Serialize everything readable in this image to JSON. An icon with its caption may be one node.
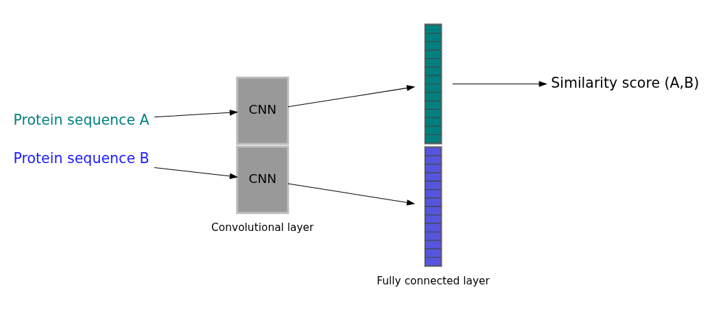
{
  "diagram": {
    "nodes": [
      {
        "text": [
          "Protein sequence A"
        ]
      },
      {
        "text": [
          "CNN"
        ]
      },
      {
        "text": [
          "Protein sequence B"
        ]
      },
      {
        "text": [
          "CNN"
        ]
      },
      {
        "text": [],
        "shape": "bar"
      },
      {
        "text": [],
        "shape": "bar"
      },
      {
        "text": [
          "Similarity score (A,B)"
        ]
      }
    ],
    "edges": [
      {
        "from": 0,
        "to": 1,
        "arrow": "to"
      },
      {
        "from": 2,
        "to": 3,
        "arrow": "to"
      },
      {
        "from": 1,
        "to": 4,
        "arrow": "to"
      },
      {
        "from": 3,
        "to": 5,
        "arrow": "to"
      },
      {
        "from": 4,
        "to": 6,
        "arrow": "to"
      }
    ],
    "labels": [
      "Convolutional layer",
      "Fully connected layer"
    ]
  }
}
